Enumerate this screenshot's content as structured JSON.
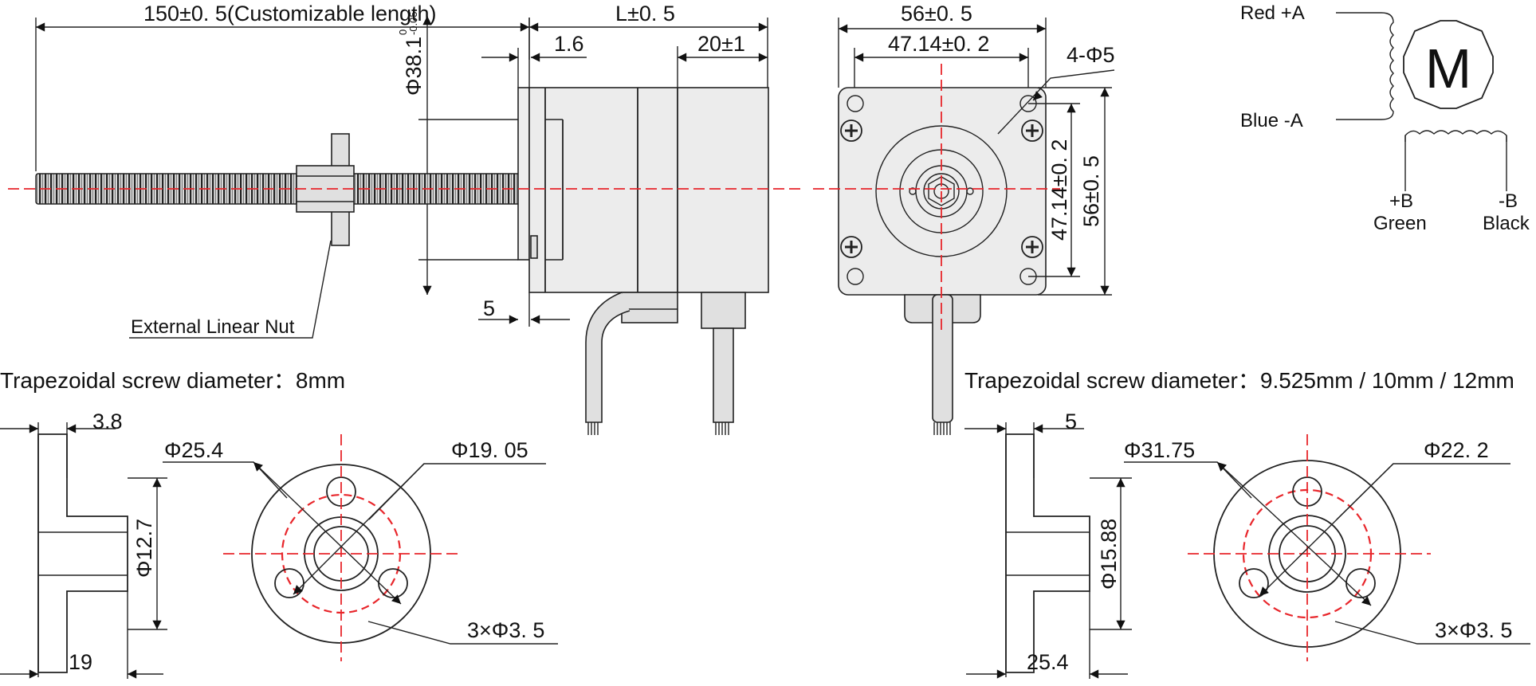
{
  "side_view": {
    "length_dim": "150±0. 5(Customizable length)",
    "l_dim": "L±0. 5",
    "flange_thk": "1.6",
    "shaft_ext": "20±1",
    "boss_dia": "Φ38.1",
    "boss_tol_upper": "0",
    "boss_tol_lower": "-0.05",
    "bottom_dim": "5",
    "nut_label": "External Linear Nut"
  },
  "front_view": {
    "width_dim": "56±0. 5",
    "hole_pitch_h": "47.14±0. 2",
    "hole_label": "4-Φ5",
    "hole_pitch_v": "47.14±0. 2",
    "height_dim": "56±0. 5"
  },
  "wiring": {
    "a_plus": "Red  +A",
    "a_minus": "Blue  -A",
    "b_plus": "+B",
    "b_plus_color": "Green",
    "b_minus": "-B",
    "b_minus_color": "Black",
    "motor_symbol": "M"
  },
  "nut_small": {
    "caption": "Trapezoidal screw diameter：8mm",
    "flange_thk": "3.8",
    "bore": "Φ12.7",
    "length": "19",
    "outer_dia": "Φ25.4",
    "pcd": "Φ19. 05",
    "holes": "3×Φ3. 5"
  },
  "nut_large": {
    "caption": "Trapezoidal screw diameter：9.525mm / 10mm / 12mm",
    "flange_thk": "5",
    "bore": "Φ15.88",
    "length": "25.4",
    "outer_dia": "Φ31.75",
    "pcd": "Φ22. 2",
    "holes": "3×Φ3. 5"
  },
  "colors": {
    "centerline": "#e8262b",
    "line": "#222222",
    "fill": "#ececec"
  }
}
